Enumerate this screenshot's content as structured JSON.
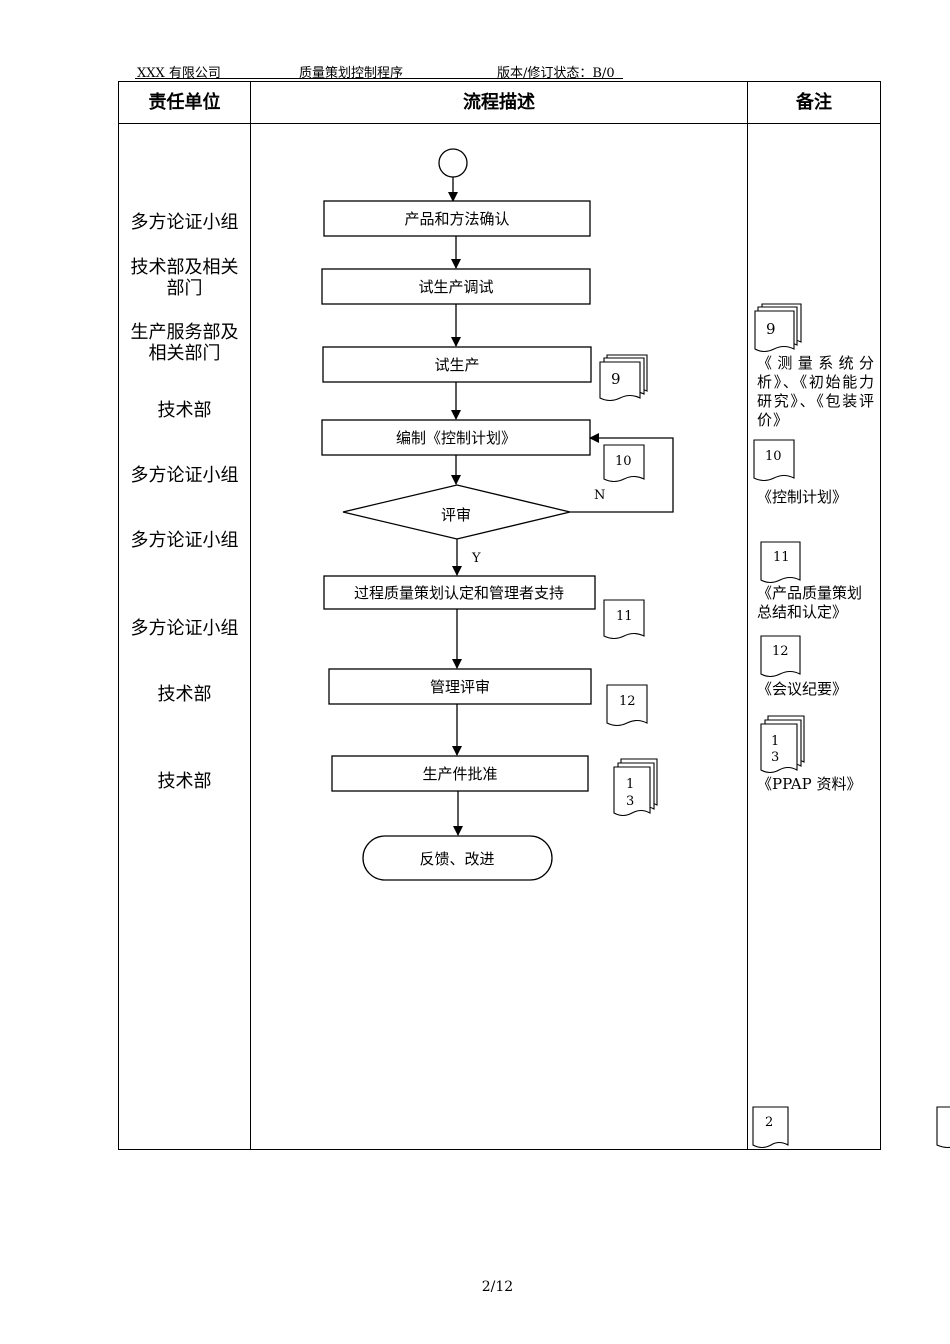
{
  "header": {
    "company": "XXX 有限公司",
    "doc_title": "质量策划控制程序",
    "version": "版本/修订状态：B/0"
  },
  "table": {
    "col1": "责任单位",
    "col2": "流程描述",
    "col3": "备注"
  },
  "responsibilities": [
    "多方论证小组",
    "技术部及相关部门",
    "生产服务部及相关部门",
    "技术部",
    "多方论证小组",
    "多方论证小组",
    "多方论证小组",
    "技术部",
    "技术部"
  ],
  "flow": {
    "steps": [
      "产品和方法确认",
      "试生产调试",
      "试生产",
      "编制《控制计划》",
      "评审",
      "过程质量策划认定和管理者支持",
      "管理评审",
      "生产件批准",
      "反馈、改进"
    ],
    "label_no": "N",
    "label_yes": "Y",
    "doc_refs": [
      "9",
      "10",
      "11",
      "12",
      "1",
      "3"
    ]
  },
  "notes": {
    "items": [
      {
        "ref": "9",
        "text": "《测量系统分析》、《初始能力研究》、《包装评价》"
      },
      {
        "ref": "10",
        "text": "《控制计划》"
      },
      {
        "ref": "11",
        "text": "《产品质量策划总结和认定》"
      },
      {
        "ref": "12",
        "text": "《会议纪要》"
      },
      {
        "ref_a": "1",
        "ref_b": "3",
        "text": "《PPAP 资料》"
      },
      {
        "ref": "2"
      }
    ]
  },
  "footer": {
    "page": "2/12"
  }
}
